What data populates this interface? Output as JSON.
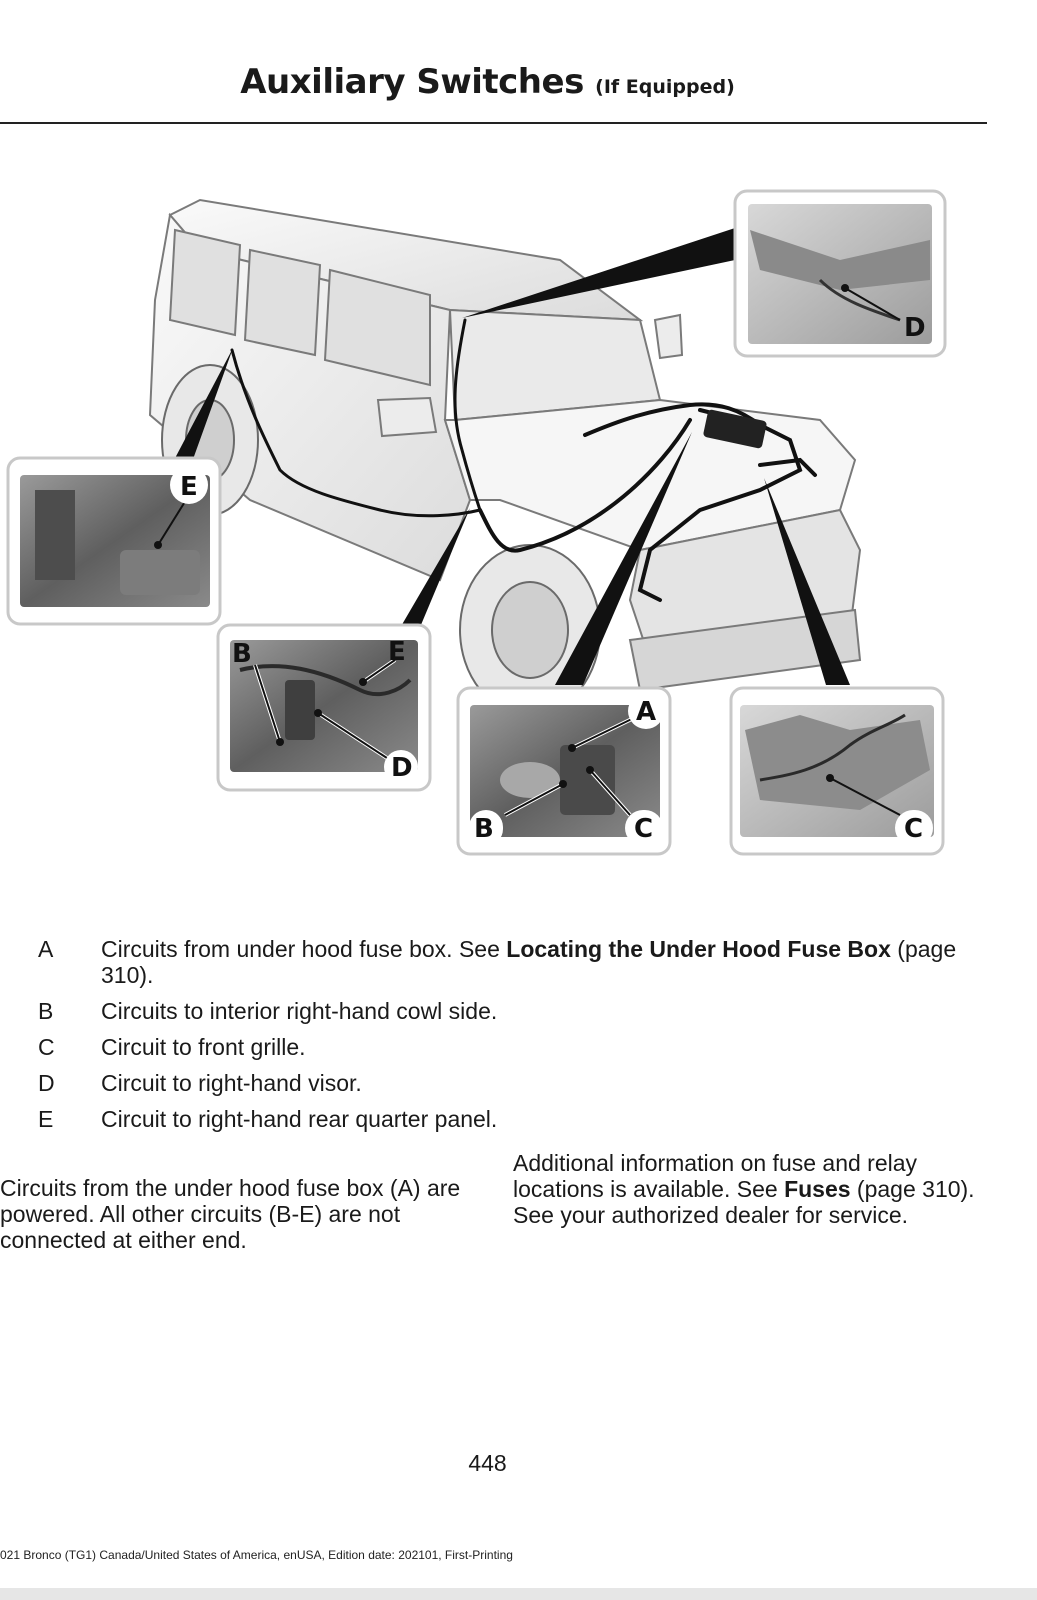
{
  "header": {
    "title": "Auxiliary Switches",
    "title_suffix": "(If Equipped)"
  },
  "figure": {
    "callouts": {
      "top_right_inset": [
        "D"
      ],
      "left_inset": [
        "E"
      ],
      "center_left_inset": [
        "B",
        "E",
        "D"
      ],
      "center_inset": [
        "A",
        "B",
        "C"
      ],
      "right_inset": [
        "C"
      ]
    }
  },
  "legend": [
    {
      "letter": "A",
      "text": "Circuits from under hood fuse box.  See ",
      "link": "Locating the Under Hood Fuse Box",
      "after": " (page 310)."
    },
    {
      "letter": "B",
      "text": "Circuits to interior right-hand cowl side."
    },
    {
      "letter": "C",
      "text": "Circuit to front grille."
    },
    {
      "letter": "D",
      "text": "Circuit to right-hand visor."
    },
    {
      "letter": "E",
      "text": "Circuit to right-hand rear quarter panel."
    }
  ],
  "body": {
    "left_paragraph": "Circuits from the under hood fuse box (A) are powered. All other circuits (B-E) are not connected at either end.",
    "right_paragraph_before": "Additional information on fuse and relay locations is available.  See ",
    "right_link": "Fuses",
    "right_paragraph_after": " (page 310).  See your authorized dealer for service."
  },
  "page_number": "448",
  "footer": "021 Bronco (TG1) Canada/United States of America, enUSA, Edition date: 202101, First-Printing",
  "colors": {
    "text": "#1a1a1a",
    "inset_border": "#c8c8c8",
    "photo_dark": "#6d6d6d",
    "vehicle_fill": "#f2f2f2",
    "wire": "#111111"
  }
}
